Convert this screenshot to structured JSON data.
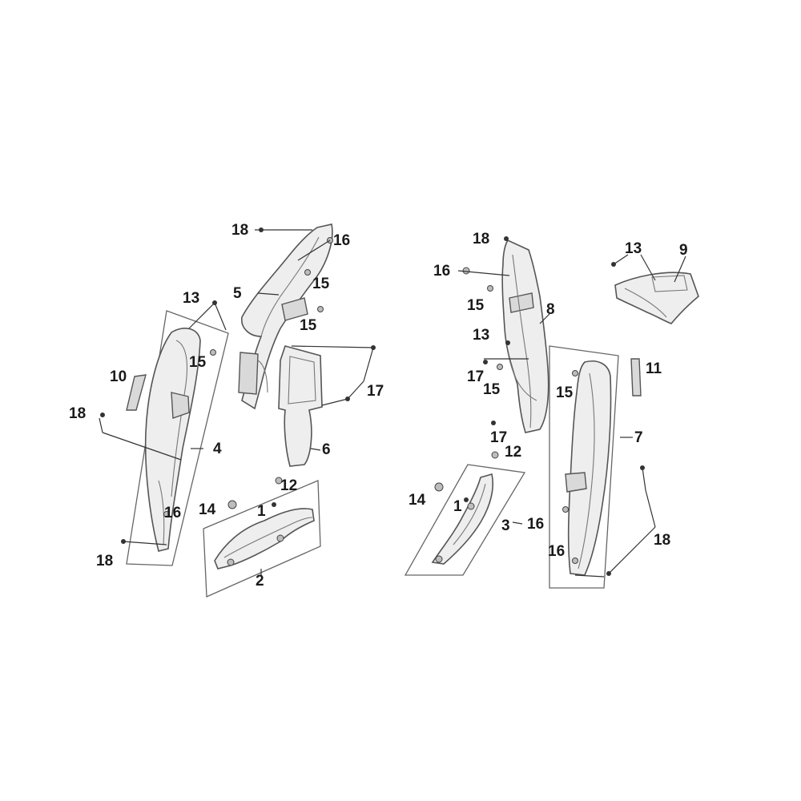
{
  "figure": {
    "type": "exploded-parts-diagram",
    "callouts": [
      "18",
      "16",
      "5",
      "15",
      "15",
      "13",
      "15",
      "10",
      "18",
      "4",
      "17",
      "6",
      "12",
      "14",
      "1",
      "16",
      "18",
      "2",
      "18",
      "16",
      "15",
      "8",
      "13",
      "17",
      "15",
      "17",
      "12",
      "13",
      "9",
      "11",
      "15",
      "7",
      "14",
      "1",
      "3",
      "16",
      "16",
      "18"
    ]
  }
}
